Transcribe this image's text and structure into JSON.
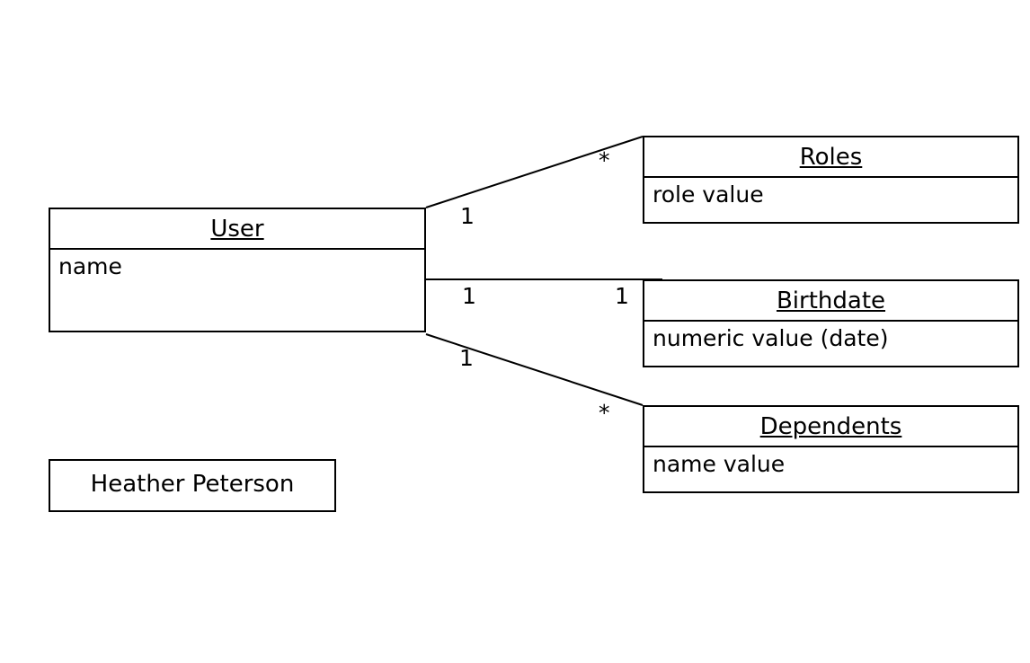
{
  "classes": {
    "user": {
      "title": "User",
      "attribute": "name"
    },
    "roles": {
      "title": "Roles",
      "attribute": "role value"
    },
    "birthdate": {
      "title": "Birthdate",
      "attribute": "numeric value (date)"
    },
    "dependents": {
      "title": "Dependents",
      "attribute": "name value"
    }
  },
  "note": "Heather Peterson",
  "associations": {
    "user_roles": {
      "user_end": "1",
      "roles_end": "*"
    },
    "user_birthdate": {
      "user_end": "1",
      "birthdate_end": "1"
    },
    "user_dependents": {
      "user_end": "1",
      "dependents_end": "*"
    }
  }
}
